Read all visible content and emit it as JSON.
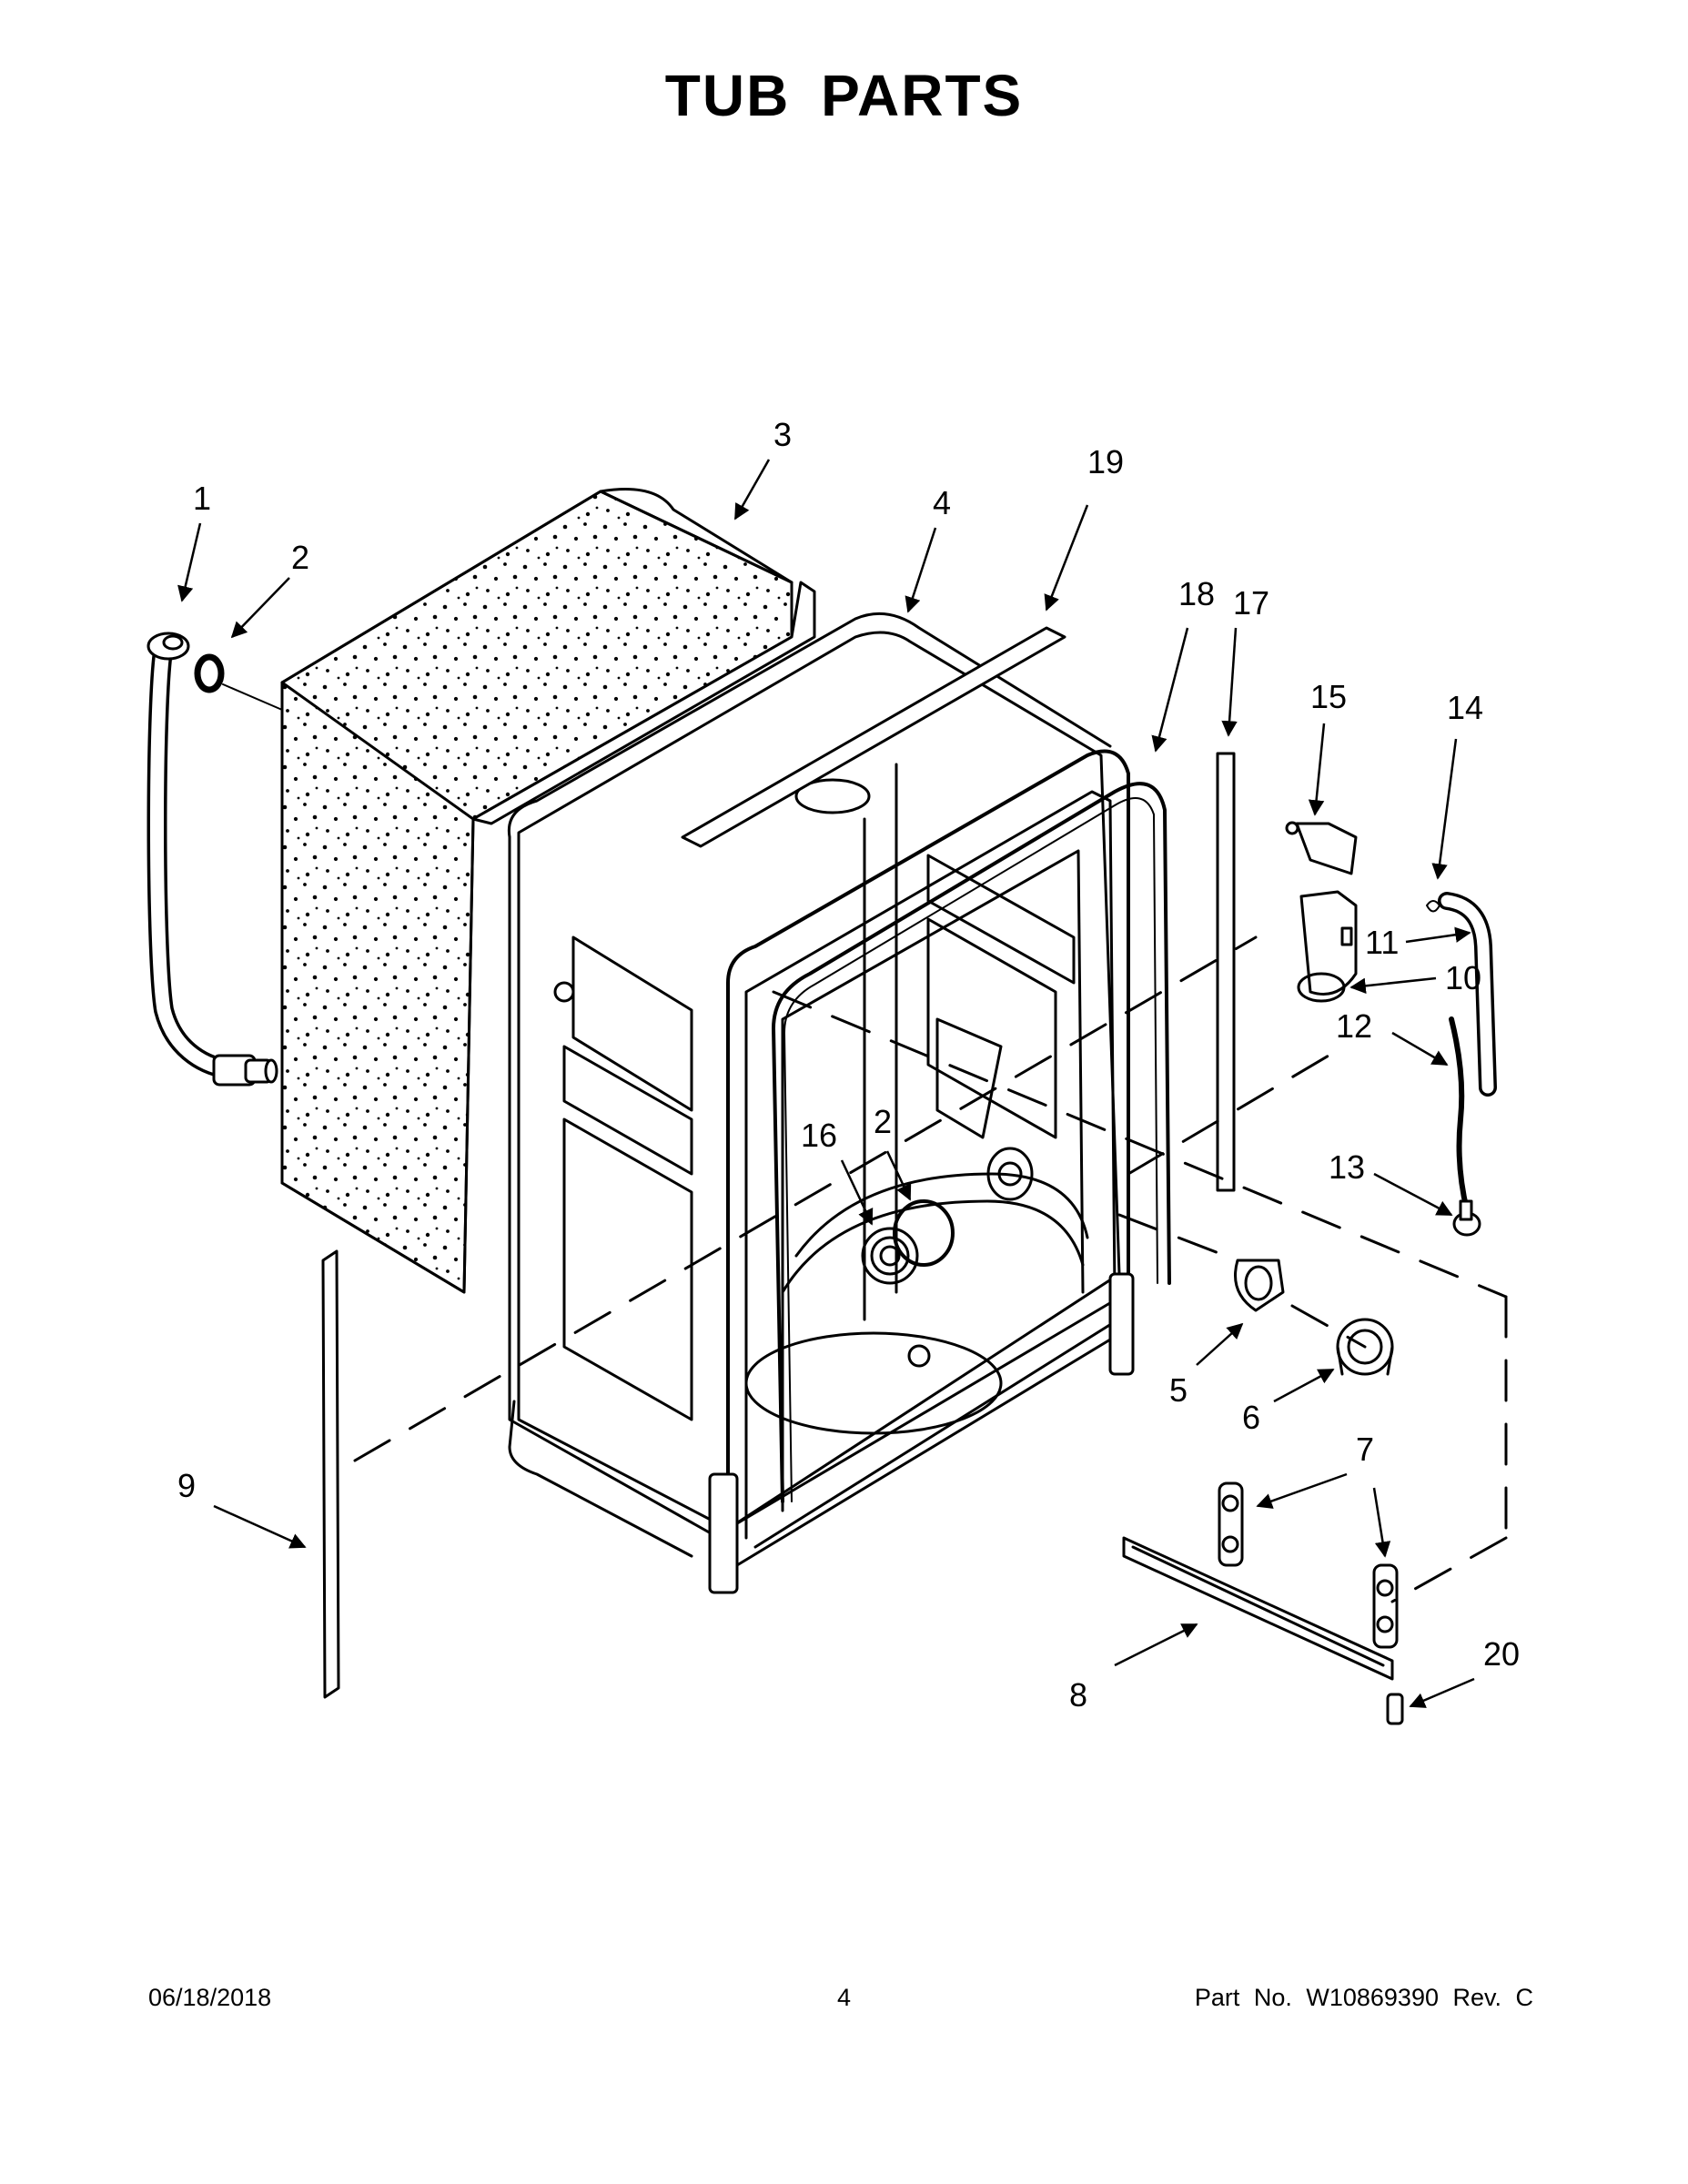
{
  "page": {
    "title": "TUB PARTS"
  },
  "callouts": {
    "c1": "1",
    "c2a": "2",
    "c2b": "2",
    "c3": "3",
    "c4": "4",
    "c5": "5",
    "c6": "6",
    "c7": "7",
    "c8": "8",
    "c9": "9",
    "c10": "10",
    "c11": "11",
    "c12": "12",
    "c13": "13",
    "c14": "14",
    "c15": "15",
    "c16": "16",
    "c17": "17",
    "c18": "18",
    "c19": "19",
    "c20": "20"
  },
  "footer": {
    "date": "06/18/2018",
    "page_number": "4",
    "part_no": "Part No.  W10869390  Rev.  C"
  }
}
